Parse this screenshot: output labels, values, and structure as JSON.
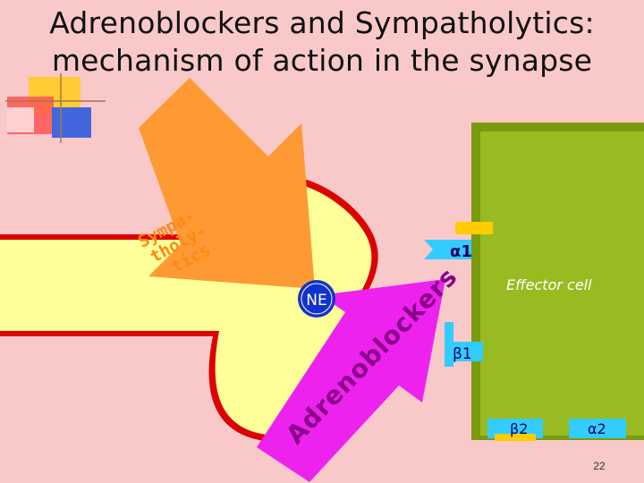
{
  "slide": {
    "title_line1": "Adrenoblockers and Sympatholytics:",
    "title_line2": "mechanism of action in the synapse",
    "page_number": "22"
  },
  "labels": {
    "ne": "NE",
    "effector_cell": "Effector cell",
    "alpha1": "α1",
    "beta1": "β1",
    "beta2": "β2",
    "alpha2": "α2",
    "sympatholytics_line1": "Sympa-",
    "sympatholytics_line2": "tholy-",
    "sympatholytics_line3": "tics",
    "adrenoblockers": "Adrenoblockers"
  },
  "colors": {
    "background": "#f9c9c9",
    "terminal_fill": "#ffff99",
    "terminal_border": "#dd0000",
    "effector_fill": "#99bb22",
    "effector_border": "#7a9a10",
    "receptor_blue": "#33ccff",
    "receptor_yellow": "#ffcc00",
    "ne_circle": "#1133cc",
    "arrow_orange": "#ff9933",
    "arrow_magenta": "#ee22ee",
    "text_dark_blue": "#000066",
    "text_white": "#ffffff"
  }
}
